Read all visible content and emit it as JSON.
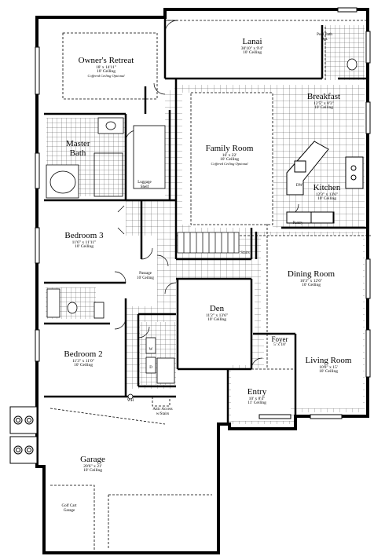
{
  "rooms": {
    "owners_retreat": {
      "name": "Owner's Retreat",
      "dims": "18' x 14'11\"",
      "ceiling": "10' Ceiling",
      "note": "Coffered Ceiling Optional"
    },
    "lanai": {
      "name": "Lanai",
      "dims": "30'10\" x 9'4\"",
      "ceiling": "10' Ceiling"
    },
    "pool_bath": {
      "name": "Pool Bath",
      "note": "Opt."
    },
    "breakfast": {
      "name": "Breakfast",
      "dims": "12'5\" x 8'3\"",
      "ceiling": "10' Ceiling"
    },
    "master_bath": {
      "name": "Master Bath"
    },
    "family_room": {
      "name": "Family Room",
      "dims": "16' x 22'",
      "ceiling": "10' Ceiling",
      "note": "Coffered Ceiling Optional"
    },
    "luggage_shelf": {
      "name": "Luggage Shelf"
    },
    "kitchen": {
      "name": "Kitchen",
      "dims": "12'3\" x 13'6\"",
      "ceiling": "10' Ceiling"
    },
    "bedroom3": {
      "name": "Bedroom 3",
      "dims": "11'6\" x 11'11\"",
      "ceiling": "10' Ceiling"
    },
    "passage": {
      "name": "Passage",
      "ceiling": "10' Ceiling"
    },
    "dining_room": {
      "name": "Dining Room",
      "dims": "16'3\" x 12'6\"",
      "ceiling": "10' Ceiling"
    },
    "den": {
      "name": "Den",
      "dims": "11'2\" x 13'6\"",
      "ceiling": "10' Ceiling"
    },
    "foyer": {
      "name": "Foyer",
      "dims": "5' x 10'"
    },
    "bedroom2": {
      "name": "Bedroom 2",
      "dims": "11'3\" x 11'0\"",
      "ceiling": "10' Ceiling"
    },
    "living_room": {
      "name": "Living Room",
      "dims": "10'8\" x 15'",
      "ceiling": "10' Ceiling"
    },
    "entry": {
      "name": "Entry",
      "dims": "10' x 8'4\"",
      "ceiling": "11' Ceiling"
    },
    "garage": {
      "name": "Garage",
      "dims": "20'6\" x 21'",
      "ceiling": "10' Ceiling"
    },
    "golf_cart": {
      "name": "Golf Cart Garage"
    }
  },
  "labels": {
    "stairs": "Stairs",
    "pantry": "Pantry",
    "dw": "DW",
    "wh": "WH",
    "attic": "Attic Access",
    "attic2": "w/Stairs",
    "w": "W",
    "d": "D"
  }
}
